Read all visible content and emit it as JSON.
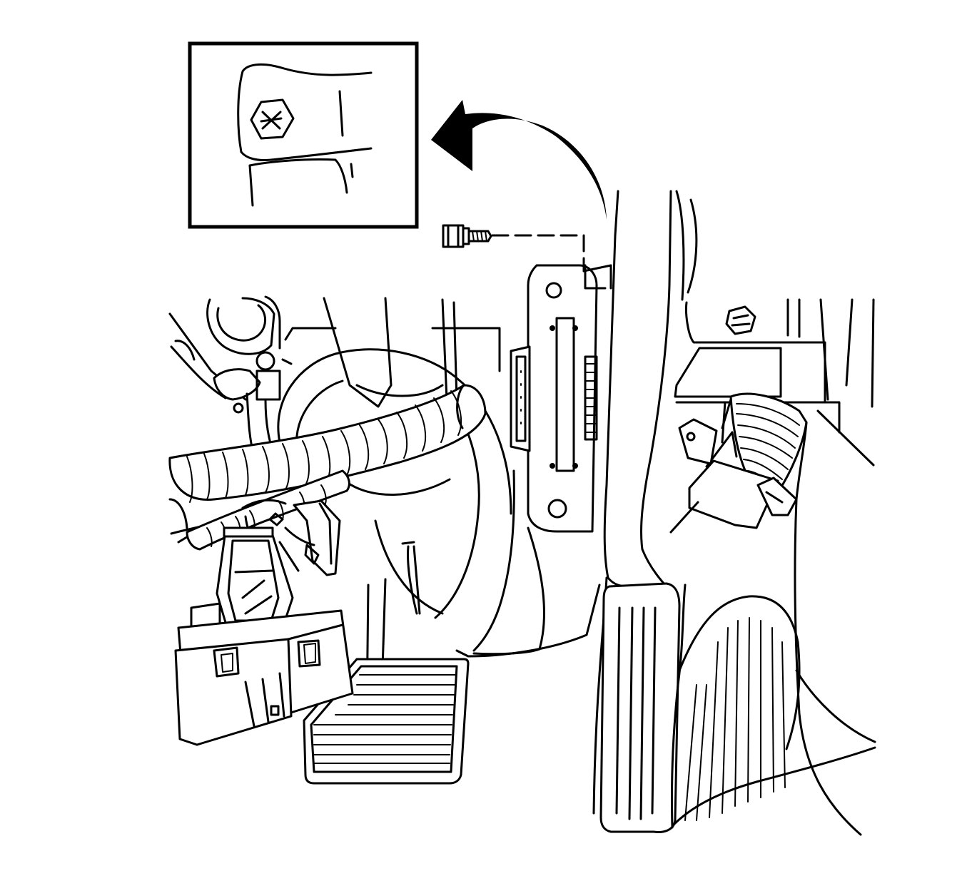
{
  "figure": {
    "description_visible": false,
    "colors": {
      "ink": "#000000",
      "paper": "#ffffff"
    },
    "inset": {
      "icon": "hex-bolt-head-with-x-mark"
    },
    "callout_arrow": {
      "icon": "curved-arrow"
    },
    "fastener": {
      "icon": "flanged-hex-bolt"
    }
  }
}
